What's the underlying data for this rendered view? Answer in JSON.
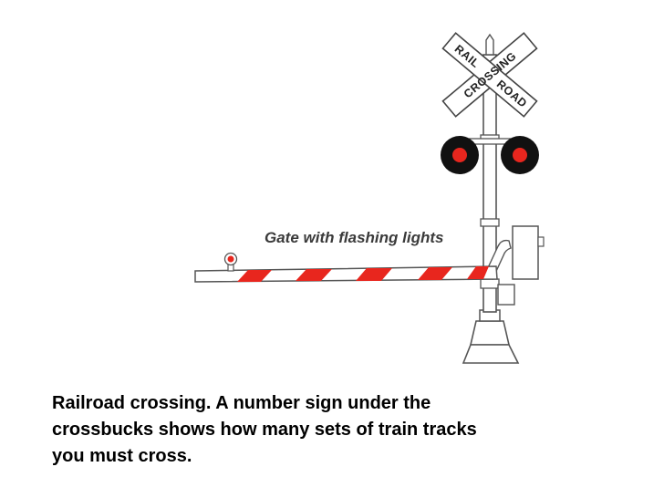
{
  "diagram": {
    "sign": {
      "plank_1": [
        "RAIL",
        "ROAD"
      ],
      "plank_2": "CROSSING"
    },
    "gate_label": "Gate with flashing lights"
  },
  "caption": {
    "lines": [
      "Railroad crossing. A number sign under the",
      "crossbucks shows how many sets of train tracks",
      "you must cross."
    ]
  },
  "colors": {
    "stripe_red": "#e8261e",
    "light_lens": "#e8261e",
    "light_housing": "#111111",
    "outline": "#555555"
  }
}
